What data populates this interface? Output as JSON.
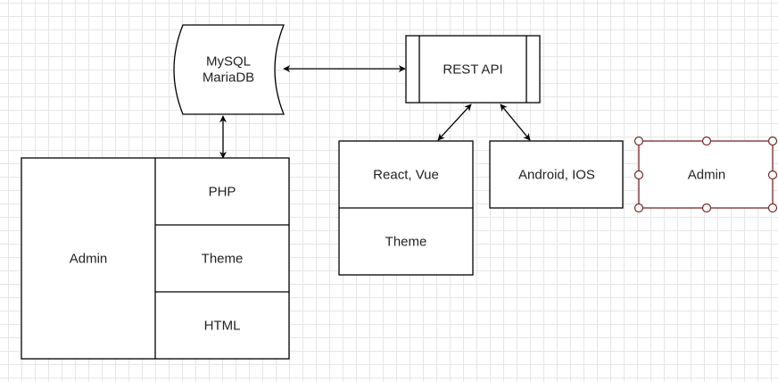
{
  "diagram": {
    "database": {
      "line1": "MySQL",
      "line2": "MariaDB"
    },
    "rest_api": {
      "label": "REST API"
    },
    "admin_stack": {
      "left_label": "Admin",
      "layers": [
        "PHP",
        "Theme",
        "HTML"
      ]
    },
    "frontend_stack": {
      "layers": [
        "React, Vue",
        "Theme"
      ]
    },
    "mobile": {
      "label": "Android, IOS"
    },
    "admin_selected": {
      "label": "Admin"
    }
  }
}
